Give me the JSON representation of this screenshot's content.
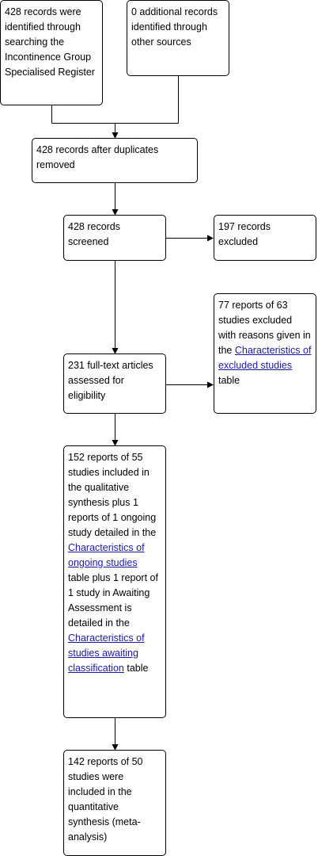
{
  "boxes": {
    "identified_search": "428 records were identified through searching the Incontinence Group Specialised Register",
    "identified_other": "0 additional records identified through other sources",
    "after_duplicates": "428 records after duplicates removed",
    "screened": "428 records screened",
    "excluded": "197 records excluded",
    "excluded_reports": {
      "text": "77 reports of 63 studies excluded with reasons given in the",
      "link": "Characteristics of excluded studies",
      "suffix": "table"
    },
    "fulltext": "231 full-text articles assessed for eligibility",
    "qualitative": {
      "text1": "152 reports of 55 studies included in the qualitative synthesis plus 1 reports of 1 ongoing study detailed in the",
      "link1": "Characteristics of ongoing studies",
      "text2": "table plus 1 report of 1 study in Awaiting Assessment is detailed in the",
      "link2": "Characteristics of studies awaiting classification",
      "text3": "table"
    },
    "quantitative": "142 reports of 50 studies were included in the quantitative synthesis (meta-analysis)"
  }
}
